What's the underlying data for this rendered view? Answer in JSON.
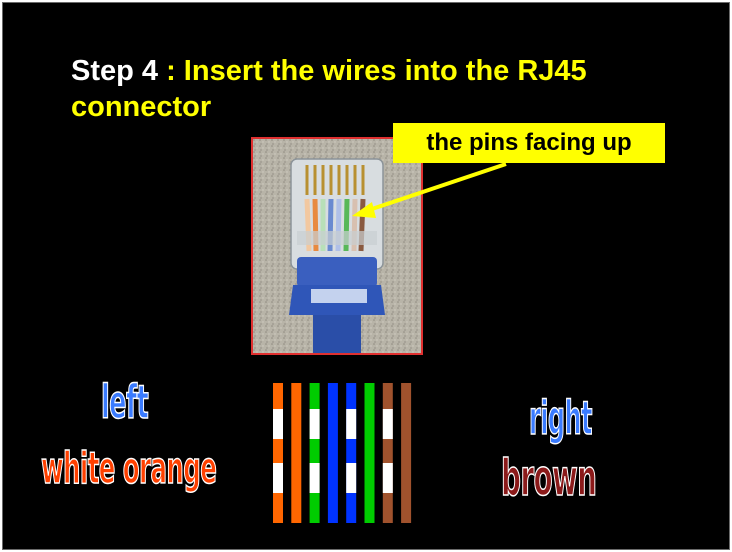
{
  "title": {
    "step": "Step 4",
    "text": " : Insert the wires into the RJ45 connector"
  },
  "callout": {
    "label": "the pins facing up"
  },
  "photo": {
    "description_icon": "rj45-connector-photo",
    "frame_color": "#e03030"
  },
  "left": {
    "label": "left",
    "wire_name": "white orange"
  },
  "right": {
    "label": "right",
    "wire_name": "brown"
  },
  "wires": [
    {
      "pin": 1,
      "color": "#ff6600",
      "striped": true
    },
    {
      "pin": 2,
      "color": "#ff6600",
      "striped": false
    },
    {
      "pin": 3,
      "color": "#00cc00",
      "striped": true
    },
    {
      "pin": 4,
      "color": "#0033ff",
      "striped": false
    },
    {
      "pin": 5,
      "color": "#0033ff",
      "striped": true
    },
    {
      "pin": 6,
      "color": "#00cc00",
      "striped": false
    },
    {
      "pin": 7,
      "color": "#a0522d",
      "striped": true
    },
    {
      "pin": 8,
      "color": "#a0522d",
      "striped": false
    }
  ],
  "colors": {
    "background": "#000000",
    "title": "#ffff00",
    "step": "#ffffff",
    "callout_bg": "#ffff00",
    "arrow": "#ffff00"
  }
}
